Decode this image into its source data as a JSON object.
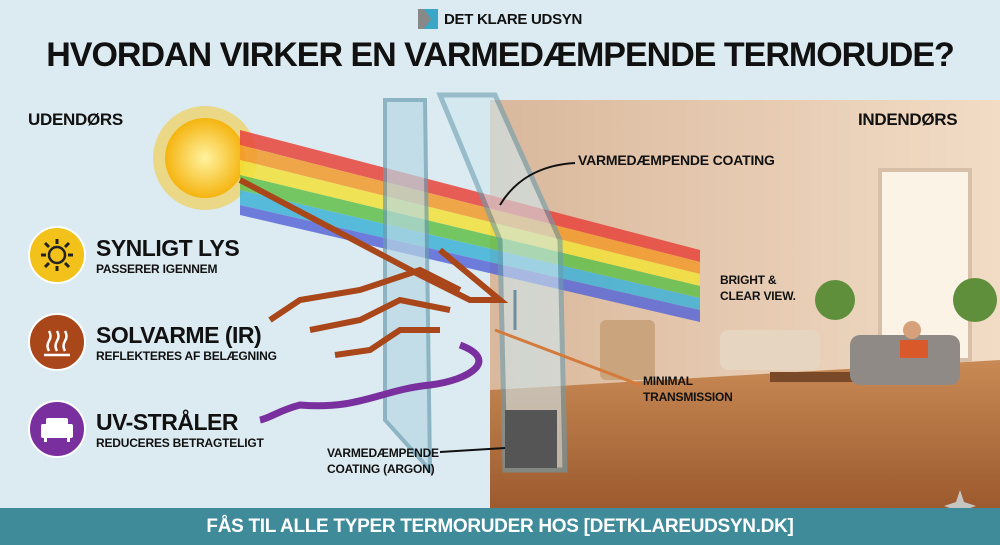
{
  "brand": {
    "name": "DET KLARE UDSYN",
    "logo_icon": "k-logo-icon"
  },
  "title": "HVORDAN VIRKER EN VARMEDÆMPENDE TERMORUDE?",
  "sides": {
    "outdoor": "UDENDØRS",
    "indoor": "INDENDØRS"
  },
  "legend": [
    {
      "title": "SYNLIGT LYS",
      "subtitle": "PASSERER IGENNEM",
      "icon": "sun-icon",
      "color": "#f2c21a"
    },
    {
      "title": "SOLVARME (IR)",
      "subtitle": "REFLEKTERES AF BELÆGNING",
      "icon": "heat-icon",
      "color": "#a9461a"
    },
    {
      "title": "UV-STRÅLER",
      "subtitle": "REDUCERES BETRAGTELIGT",
      "icon": "sofa-icon",
      "color": "#7a2f9e"
    }
  ],
  "labels": {
    "coating": "VARMEDÆMPENDE COATING",
    "bright_1": "BRIGHT &",
    "bright_2": "CLEAR VIEW.",
    "minimal_1": "MINIMAL",
    "minimal_2": "TRANSMISSION",
    "argon_1": "VARMEDÆMPENDE",
    "argon_2": "COATING (ARGON)"
  },
  "banner": "FÅS TIL ALLE TYPER TERMORUDER HOS [DETKLAREUDSYN.DK]",
  "colors": {
    "background": "#dcebf1",
    "banner": "#3f8b9a",
    "ir": "#a9461a",
    "uv": "#7a2f9e",
    "room": "#e9cdb2"
  }
}
